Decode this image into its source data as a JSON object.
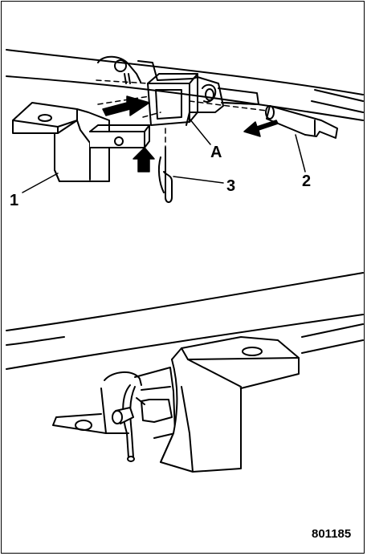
{
  "figure": {
    "callouts": {
      "part_1": "1",
      "part_2": "2",
      "part_3": "3",
      "point_a": "A"
    },
    "figure_number": "801185"
  },
  "colors": {
    "line": "#000000",
    "fill": "#ffffff",
    "arrow_fill": "#000000"
  }
}
